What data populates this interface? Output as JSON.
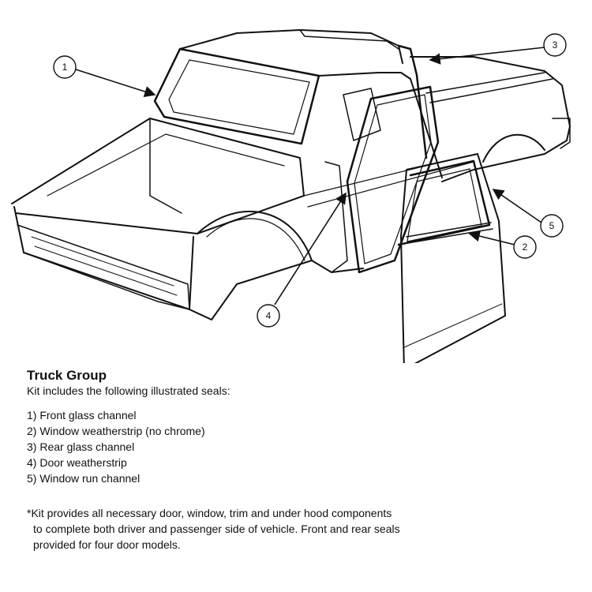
{
  "callouts": [
    {
      "number": "1"
    },
    {
      "number": "2"
    },
    {
      "number": "3"
    },
    {
      "number": "4"
    },
    {
      "number": "5"
    }
  ],
  "legend": {
    "title": "Truck Group",
    "intro": "Kit includes the following illustrated seals:",
    "items": [
      "1) Front glass channel",
      "2) Window weatherstrip (no chrome)",
      "3) Rear glass channel",
      "4) Door weatherstrip",
      "5) Window run channel"
    ],
    "note_lines": [
      "*Kit provides all necessary door, window, trim and under hood components",
      "to complete both driver and  passenger side of vehicle.  Front and rear seals",
      "provided for four door models."
    ]
  }
}
